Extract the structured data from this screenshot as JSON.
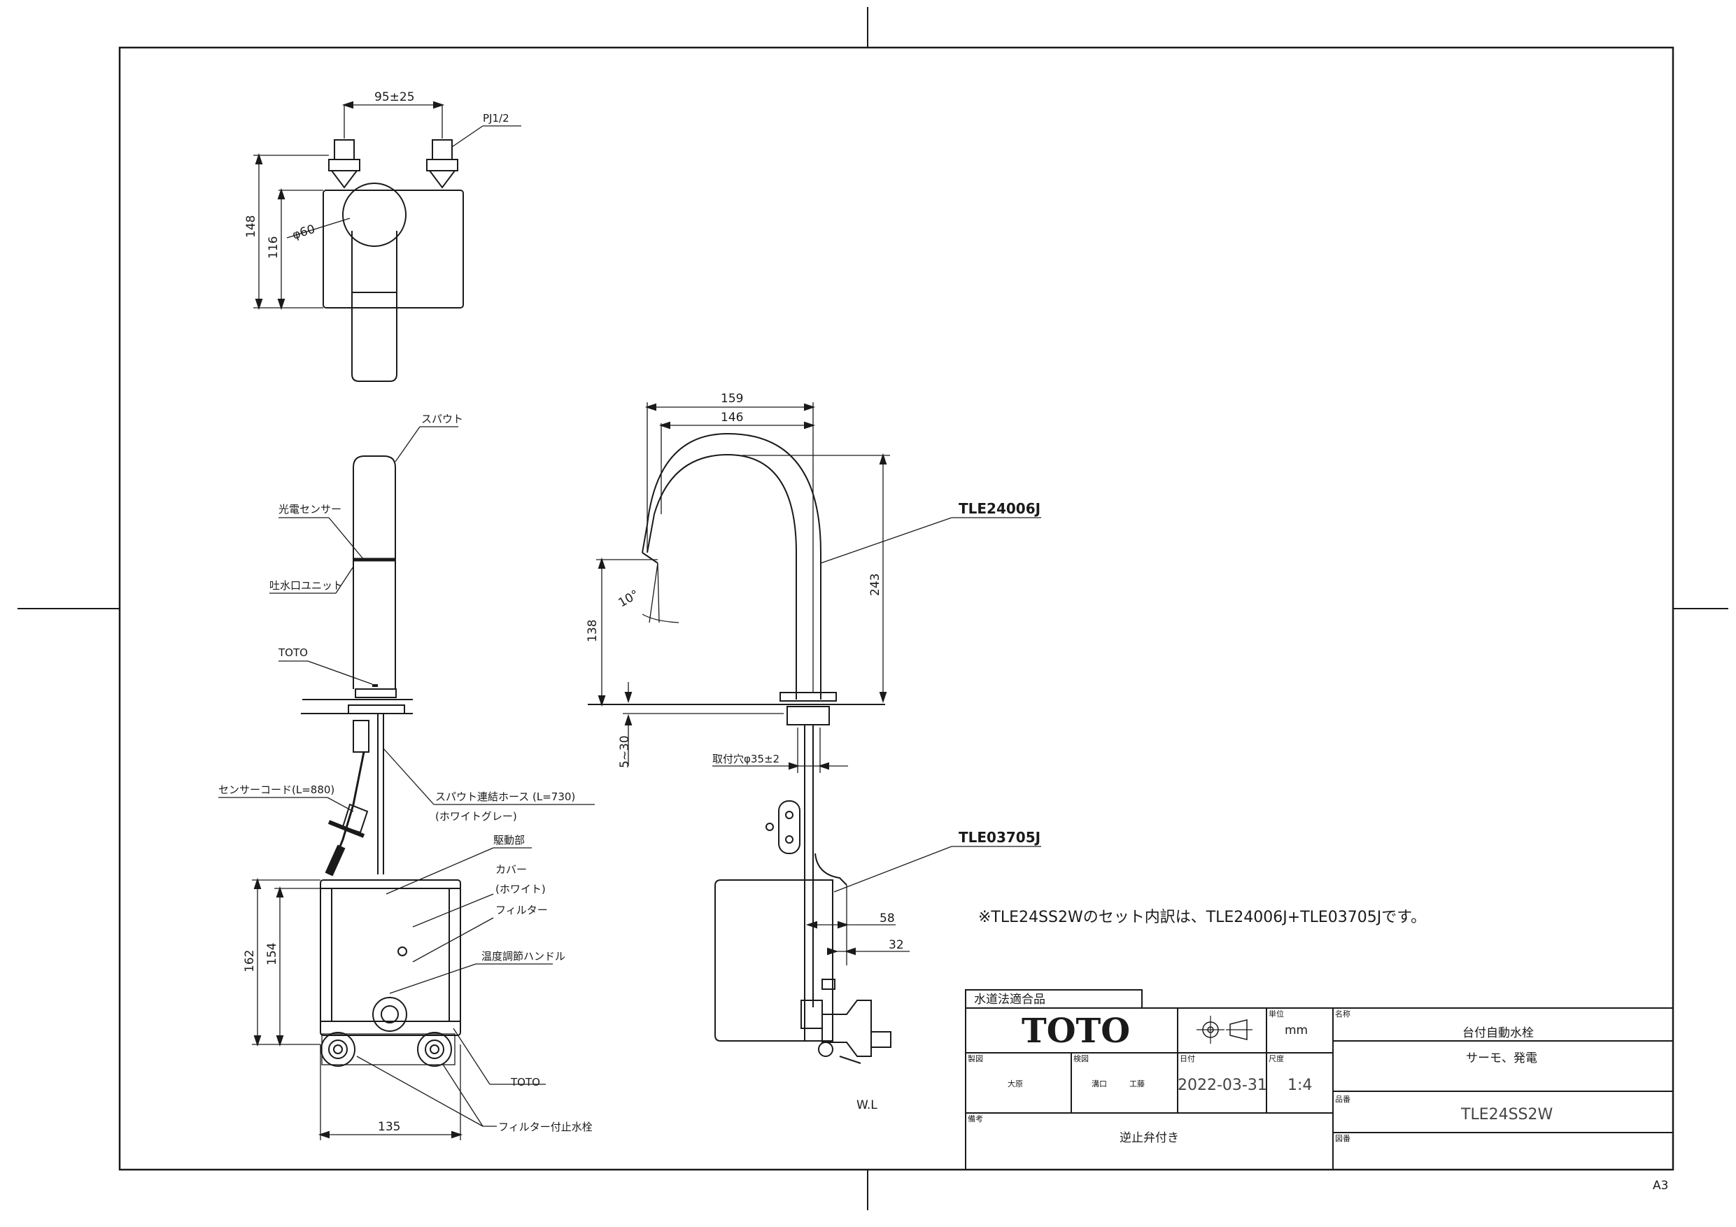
{
  "top_view": {
    "dim_spacing": "95±25",
    "pipe_thread": "PJ1/2",
    "dim_height_outer": "148",
    "dim_height_inner": "116",
    "dim_diameter": "φ60"
  },
  "side_view": {
    "spout": "スパウト",
    "photo_sensor": "光電センサー",
    "outlet_unit": "吐水口ユニット",
    "brand_mark": "TOTO",
    "sensor_cord": "センサーコード(L=880)",
    "hose": "スパウト連結ホース (L=730)",
    "hose_color": "(ホワイトグレー)",
    "drive": "駆動部",
    "cover": "カバー",
    "cover_color": "(ホワイト)",
    "filter": "フィルター",
    "temp_handle": "温度調節ハンドル",
    "toto_label": "TOTO",
    "filter_valve": "フィルター付止水栓",
    "dim_162": "162",
    "dim_154": "154",
    "dim_135": "135"
  },
  "front_view": {
    "dim_159": "159",
    "dim_146": "146",
    "dim_243": "243",
    "dim_138": "138",
    "angle": "10°",
    "dim_5_30": "5~30",
    "hole": "取付穴φ35±2",
    "part_spout": "TLE24006J",
    "part_unit": "TLE03705J",
    "dim_58": "58",
    "dim_32": "32",
    "wl": "W.L"
  },
  "note": "※TLE24SS2Wのセット内訳は、TLE24006J+TLE03705Jです。",
  "title_block": {
    "certification": "水道法適合品",
    "logo": "TOTO",
    "unit_label": "単位",
    "unit": "mm",
    "drawn_label": "製図",
    "drawn": "大原",
    "checked_label": "検図",
    "checked_a": "溝口",
    "checked_b": "工藤",
    "date_label": "日付",
    "date": "2022-03-31",
    "scale_label": "尺度",
    "scale": "1:4",
    "name_label": "名称",
    "name_line1": "台付自動水栓",
    "name_line2": "サーモ、発電",
    "model_label": "品番",
    "model": "TLE24SS2W",
    "remarks_label": "備考",
    "remarks": "逆止弁付き",
    "drawing_no_label": "図番",
    "paper_size": "A3"
  }
}
